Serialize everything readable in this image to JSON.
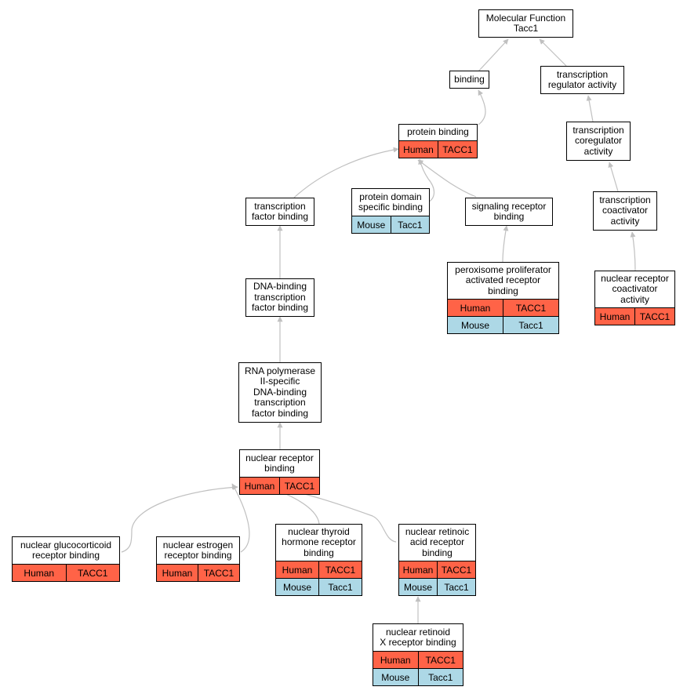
{
  "diagram": {
    "colors": {
      "human": "#ff6347",
      "mouse": "#add8e6",
      "edge": "#c0c0c0"
    },
    "nodes": {
      "mf": {
        "title": "Molecular Function\nTacc1",
        "rows": []
      },
      "binding": {
        "title": "binding",
        "rows": []
      },
      "trreg": {
        "title": "transcription\nregulator activity",
        "rows": []
      },
      "protbind": {
        "title": "protein binding",
        "rows": [
          [
            "Human",
            "TACC1"
          ]
        ]
      },
      "coreg": {
        "title": "transcription\ncoregulator\nactivity",
        "rows": []
      },
      "tfbind": {
        "title": "transcription\nfactor binding",
        "rows": []
      },
      "pdsb": {
        "title": "protein domain\nspecific binding",
        "rows": [
          [
            "Mouse",
            "Tacc1"
          ]
        ]
      },
      "sigrec": {
        "title": "signaling receptor\nbinding",
        "rows": []
      },
      "coact": {
        "title": "transcription\ncoactivator\nactivity",
        "rows": []
      },
      "ppar": {
        "title": "peroxisome proliferator\nactivated receptor\nbinding",
        "rows": [
          [
            "Human",
            "TACC1"
          ],
          [
            "Mouse",
            "Tacc1"
          ]
        ]
      },
      "nrcoact": {
        "title": "nuclear receptor\ncoactivator\nactivity",
        "rows": [
          [
            "Human",
            "TACC1"
          ]
        ]
      },
      "dnatf": {
        "title": "DNA-binding\ntranscription\nfactor binding",
        "rows": []
      },
      "rnapol": {
        "title": "RNA polymerase\nII-specific\nDNA-binding\ntranscription\nfactor binding",
        "rows": []
      },
      "nrbind": {
        "title": "nuclear receptor\nbinding",
        "rows": [
          [
            "Human",
            "TACC1"
          ]
        ]
      },
      "glucocort": {
        "title": "nuclear glucocorticoid\nreceptor binding",
        "rows": [
          [
            "Human",
            "TACC1"
          ]
        ]
      },
      "estrogen": {
        "title": "nuclear estrogen\nreceptor binding",
        "rows": [
          [
            "Human",
            "TACC1"
          ]
        ]
      },
      "thyroid": {
        "title": "nuclear thyroid\nhormone receptor\nbinding",
        "rows": [
          [
            "Human",
            "TACC1"
          ],
          [
            "Mouse",
            "Tacc1"
          ]
        ]
      },
      "retinoic": {
        "title": "nuclear retinoic\nacid receptor\nbinding",
        "rows": [
          [
            "Human",
            "TACC1"
          ],
          [
            "Mouse",
            "Tacc1"
          ]
        ]
      },
      "rxr": {
        "title": "nuclear retinoid\nX receptor binding",
        "rows": [
          [
            "Human",
            "TACC1"
          ],
          [
            "Mouse",
            "Tacc1"
          ]
        ]
      }
    },
    "edges": [
      [
        "binding",
        "mf"
      ],
      [
        "trreg",
        "mf"
      ],
      [
        "protbind",
        "binding"
      ],
      [
        "coreg",
        "trreg"
      ],
      [
        "coact",
        "coreg"
      ],
      [
        "nrcoact",
        "coact"
      ],
      [
        "tfbind",
        "protbind"
      ],
      [
        "pdsb",
        "protbind"
      ],
      [
        "sigrec",
        "protbind"
      ],
      [
        "ppar",
        "sigrec"
      ],
      [
        "dnatf",
        "tfbind"
      ],
      [
        "rnapol",
        "dnatf"
      ],
      [
        "nrbind",
        "rnapol"
      ],
      [
        "glucocort",
        "nrbind"
      ],
      [
        "estrogen",
        "nrbind"
      ],
      [
        "thyroid",
        "nrbind"
      ],
      [
        "retinoic",
        "nrbind"
      ],
      [
        "rxr",
        "retinoic"
      ]
    ]
  }
}
